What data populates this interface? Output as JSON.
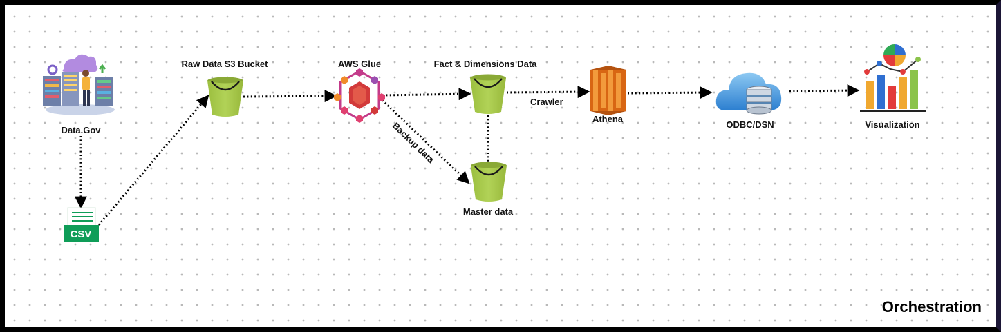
{
  "diagram": {
    "nodes": {
      "datagov": "Data.Gov",
      "csv": "CSV",
      "raw_bucket": "Raw Data S3 Bucket",
      "glue": "AWS  Glue",
      "fact_dims": "Fact & Dimensions  Data",
      "master": "Master data",
      "athena": "Athena",
      "odbc": "ODBC/DSN",
      "visualization": "Visualization"
    },
    "edges": {
      "backup": "Backup data",
      "crawler": "Crawler"
    },
    "footer": "Orchestration"
  },
  "colors": {
    "bucket": "#a6c84a",
    "athena": "#e07a1f",
    "csv": "#0f9d58",
    "cloud": "#3f8fd6"
  }
}
